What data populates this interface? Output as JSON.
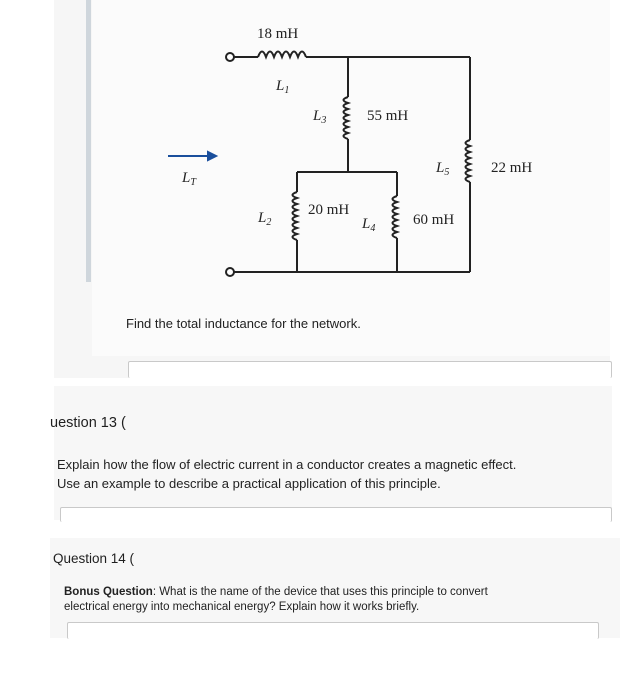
{
  "circuit": {
    "l1_value": "18 mH",
    "l1_label": "L",
    "l1_sub": "1",
    "l3_value": "55 mH",
    "l3_label": "L",
    "l3_sub": "3",
    "l2_value": "20 mH",
    "l2_label": "L",
    "l2_sub": "2",
    "l4_value": "60 mH",
    "l4_label": "L",
    "l4_sub": "4",
    "l5_value": "22 mH",
    "l5_label": "L",
    "l5_sub": "5",
    "lt_label": "L",
    "lt_sub": "T"
  },
  "q12": {
    "prompt": "Find the total inductance for the network."
  },
  "q13": {
    "title": "uestion 13 (",
    "line1": "Explain how the flow of electric current in a conductor creates a magnetic effect.",
    "line2": "Use an example to describe a practical application of this principle."
  },
  "q14": {
    "title": "Question 14 (",
    "bonus_label": "Bonus Question",
    "line1_rest": ": What is the name of the device that uses this principle to convert",
    "line2": "electrical energy into mechanical energy? Explain how it works briefly."
  }
}
